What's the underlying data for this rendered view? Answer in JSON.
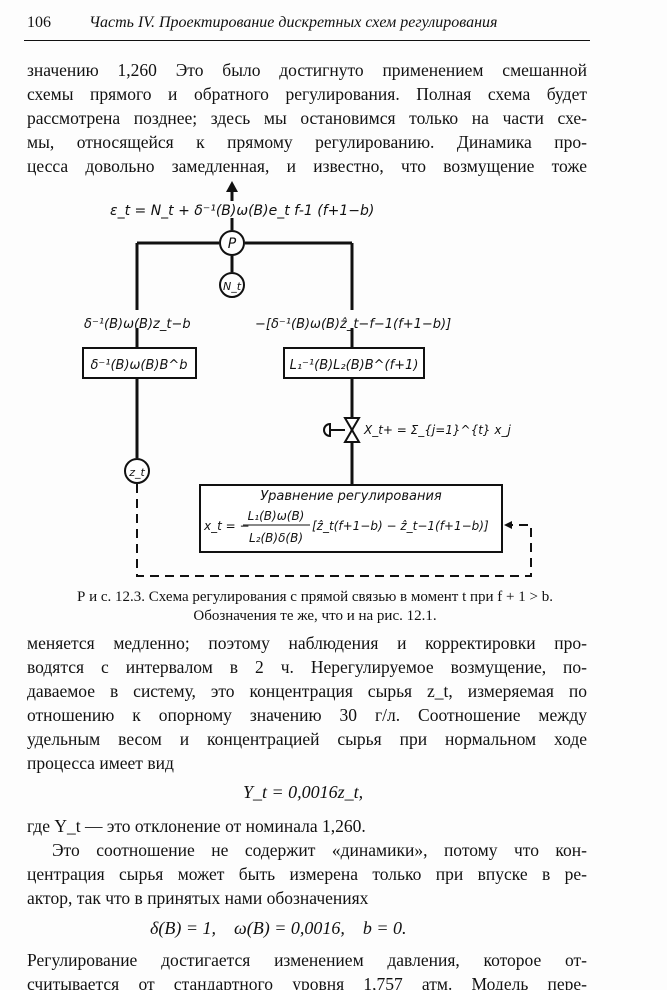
{
  "header": {
    "page_number": "106",
    "running_title": "Часть IV. Проектирование дискретных схем регулирования"
  },
  "para1": [
    "значению 1,260 Это было достигнуто применением смешанной",
    "схемы прямого и обратного регулирования. Полная схема будет",
    "рассмотрена позднее; здесь мы остановимся только на части схе-",
    "мы, относящейся к прямому регулированию. Динамика про-",
    "цесса довольно замедленная, и известно, что возмущение тоже"
  ],
  "diagram": {
    "output_eq": "ε_t = N_t + δ⁻¹(B)ω(B)e_t f-1 (f+1−b)",
    "node_p": "P",
    "node_n": "N_t",
    "node_z": "z_t",
    "left_label": "δ⁻¹(B)ω(B)z_t−b",
    "right_label": "−[δ⁻¹(B)ω(B)ẑ_t−f−1(f+1−b)]",
    "left_box": "δ⁻¹(B)ω(B)B^b",
    "right_box": "L₁⁻¹(B)L₂(B)B^(f+1)",
    "valve_label": "X_t+ = Σ_{j=1}^{t} x_j",
    "control_title": "Уравнение регулирования",
    "control_lhs": "x_t = −",
    "control_num": "L₁(B)ω(B)",
    "control_den": "L₂(B)δ(B)",
    "control_rhs": "[ẑ_t(f+1−b) − ẑ_t−1(f+1−b)]"
  },
  "caption": {
    "line1": "Р и с. 12.3. Схема регулирования с прямой связью в момент t при f + 1 > b.",
    "line2": "Обозначения те же, что и на рис. 12.1."
  },
  "para2": [
    "меняется медленно; поэтому наблюдения и корректировки про-",
    "водятся с интервалом в 2 ч. Нерегулируемое возмущение, по-",
    "даваемое в систему, это концентрация сырья z_t, измеряемая по",
    "отношению к опорному значению 30 г/л. Соотношение между",
    "удельным весом и концентрацией сырья при нормальном ходе",
    "процесса имеет вид"
  ],
  "formula1": "Y_t = 0,0016z_t,",
  "para3": [
    "где Y_t — это отклонение от номинала 1,260."
  ],
  "para4": [
    "Это соотношение не содержит «динамики», потому что кон-",
    "центрация сырья может быть измерена только при впуске в ре-",
    "актор, так что в принятых нами обозначениях"
  ],
  "formula2": "δ(B) = 1,    ω(B) = 0,0016,    b = 0.",
  "para5": [
    "Регулирование достигается изменением давления, которое от-",
    "считывается от стандартного уровня 1,757 атм. Модель пере-"
  ]
}
